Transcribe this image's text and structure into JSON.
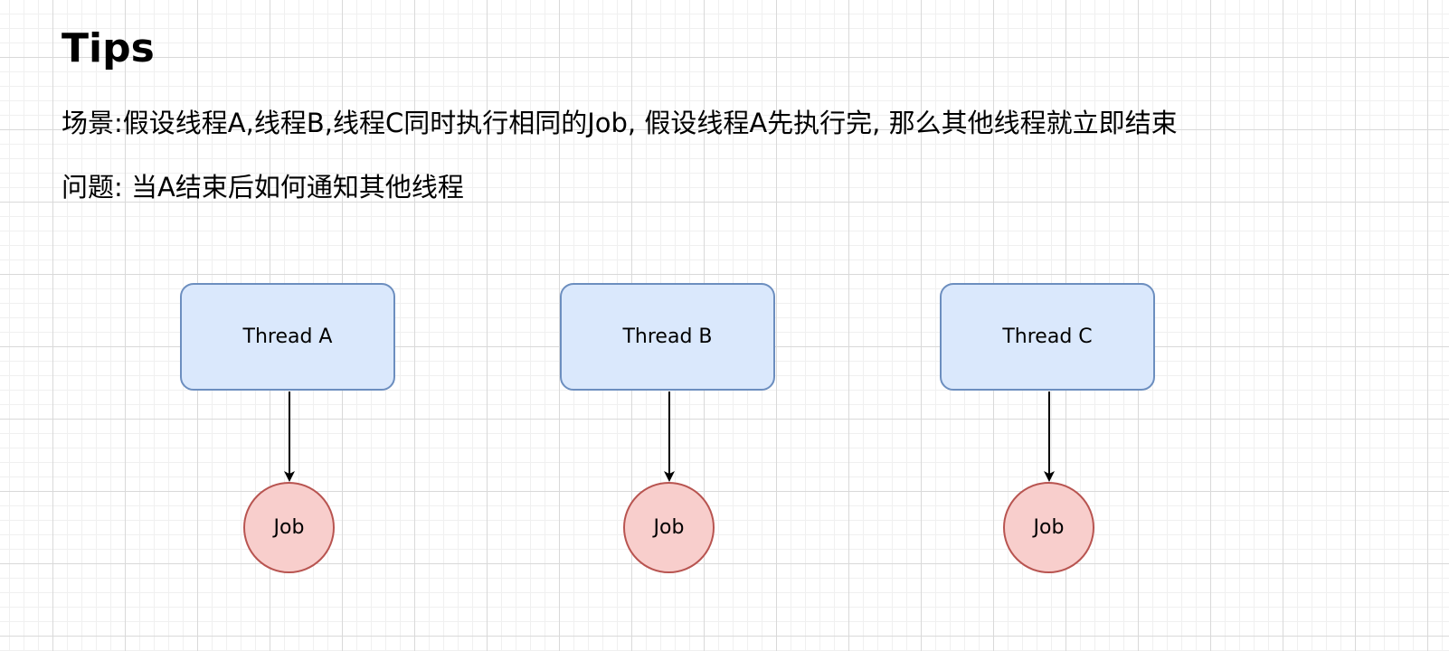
{
  "heading": "Tips",
  "scenario": "场景:假设线程A,线程B,线程C同时执行相同的Job, 假设线程A先执行完, 那么其他线程就立即结束",
  "question": "问题: 当A结束后如何通知其他线程",
  "diagram": {
    "colors": {
      "thread_fill": "#dae8fc",
      "thread_stroke": "#6c8ebf",
      "job_fill": "#f8cecc",
      "job_stroke": "#b85450",
      "arrow": "#000000"
    },
    "threads": [
      {
        "label": "Thread A",
        "job_label": "Job"
      },
      {
        "label": "Thread B",
        "job_label": "Job"
      },
      {
        "label": "Thread C",
        "job_label": "Job"
      }
    ]
  }
}
